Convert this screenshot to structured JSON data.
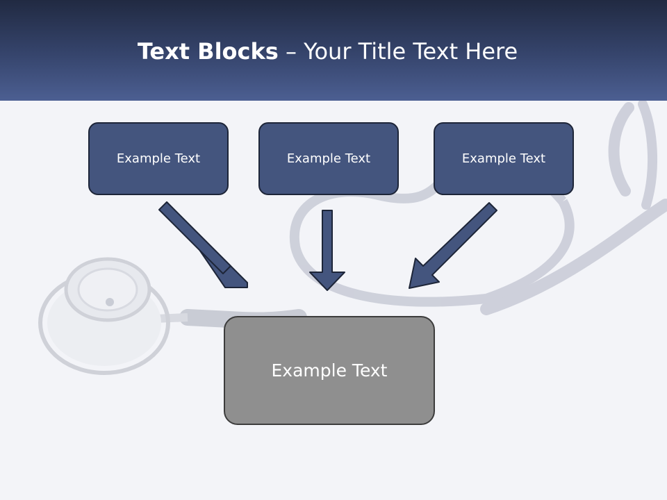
{
  "slide": {
    "title_bold": "Text Blocks",
    "title_dash": " – ",
    "title_rest": "Your Title Text Here"
  },
  "blocks": {
    "left": "Example Text",
    "middle": "Example Text",
    "right": "Example Text",
    "result": "Example Text"
  },
  "colors": {
    "header": "#36456d",
    "block_fill": "#44557e",
    "result_fill": "#8f8f8f",
    "arrow_fill": "#44557e"
  },
  "icons": [
    "stethoscope-illustration",
    "arrow-down-right-icon",
    "arrow-down-icon",
    "arrow-down-left-icon"
  ]
}
